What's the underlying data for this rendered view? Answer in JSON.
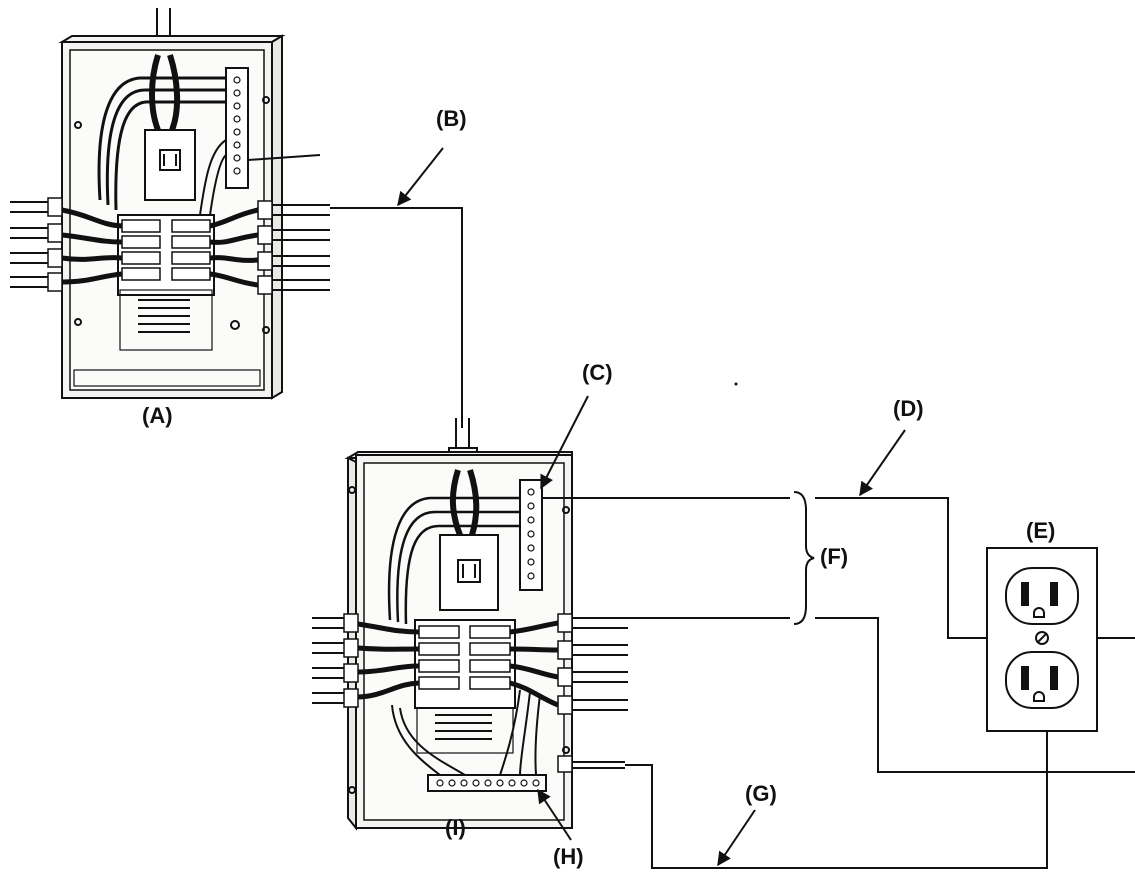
{
  "labels": {
    "a": "(A)",
    "b": "(B)",
    "c": "(C)",
    "d": "(D)",
    "e": "(E)",
    "f": "(F)",
    "g": "(G)",
    "h": "(H)",
    "i": "(I)"
  },
  "colors": {
    "ink": "#111111",
    "panel_fill": "#f4f4f2",
    "paper": "#ffffff"
  }
}
